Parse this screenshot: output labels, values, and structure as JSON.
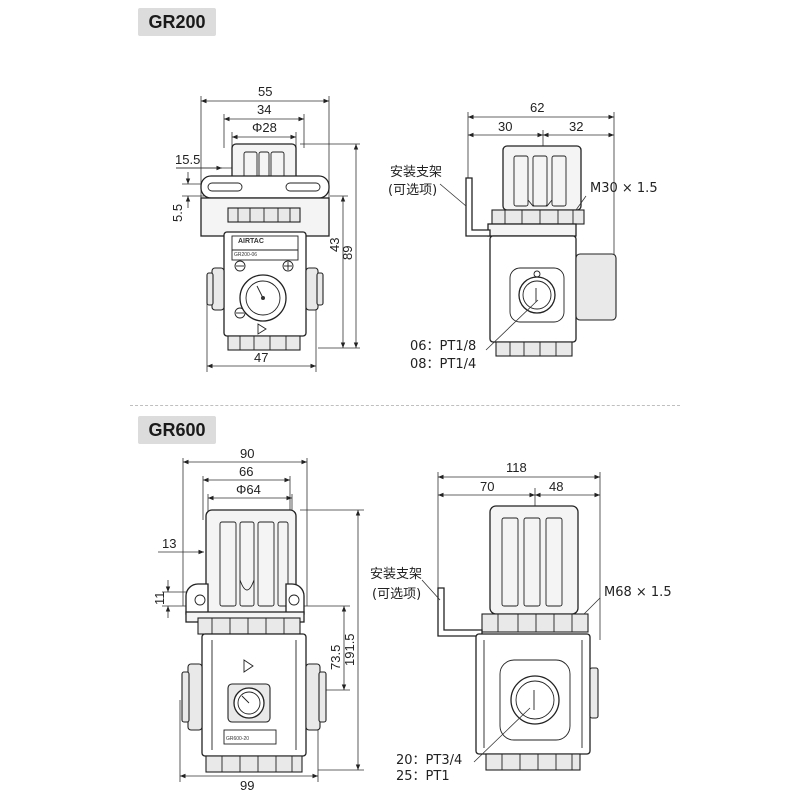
{
  "sections": {
    "top_tag": "GR200",
    "bottom_tag": "GR600"
  },
  "gr200_front": {
    "dims": {
      "w55": "55",
      "w34": "34",
      "phi28": "Φ28",
      "d15_5": "15.5",
      "d5_5": "5.5",
      "h43": "43",
      "h89": "89",
      "w47": "47"
    },
    "body_label": "AIRTAC",
    "model_plate": "GR200-06"
  },
  "gr200_side": {
    "dims": {
      "w62": "62",
      "w30": "30",
      "w32": "32"
    },
    "bracket_label_1": "安装支架",
    "bracket_label_2": "(可选项)",
    "thread": "M30 × 1.5",
    "port_1": "06：PT1/8",
    "port_2": "08：PT1/4"
  },
  "gr600_front": {
    "dims": {
      "w90": "90",
      "w66": "66",
      "phi64": "Φ64",
      "d13": "13",
      "d11": "11",
      "h73_5": "73.5",
      "h191_5": "191.5",
      "w99": "99"
    },
    "model_plate": "GR600-20"
  },
  "gr600_side": {
    "dims": {
      "w118": "118",
      "w70": "70",
      "w48": "48"
    },
    "bracket_label_1": "安装支架",
    "bracket_label_2": "(可选项)",
    "thread": "M68 × 1.5",
    "port_1": "20：PT3/4",
    "port_2": "25：PT1"
  },
  "colors": {
    "tag_bg": "#dcdcdc",
    "line": "#222222",
    "fill": "#f4f4f4"
  }
}
